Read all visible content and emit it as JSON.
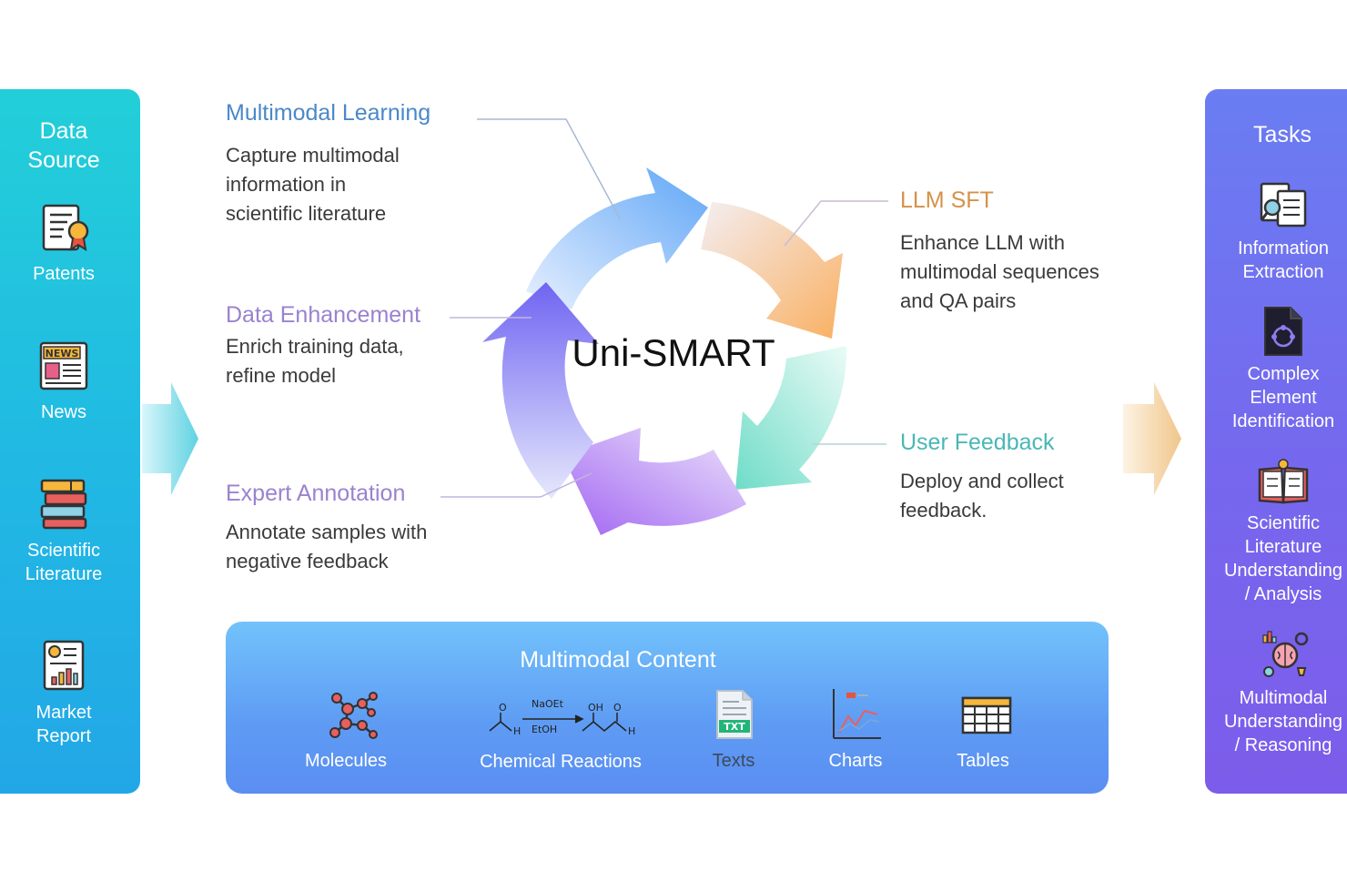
{
  "colors": {
    "left_panel": "#22b8e4",
    "right_panel": "#7667ee",
    "mm_box": "#5e9bf4"
  },
  "data_source": {
    "title_line1": "Data",
    "title_line2": "Source",
    "items": [
      {
        "icon": "patent-icon",
        "label_lines": [
          "Patents"
        ]
      },
      {
        "icon": "news-icon",
        "label_lines": [
          "News"
        ]
      },
      {
        "icon": "books-icon",
        "label_lines": [
          "Scientific",
          "Literature"
        ]
      },
      {
        "icon": "report-icon",
        "label_lines": [
          "Market",
          "Report"
        ]
      }
    ]
  },
  "tasks": {
    "title": "Tasks",
    "items": [
      {
        "icon": "document-search-icon",
        "label_lines": [
          "Information",
          "Extraction"
        ]
      },
      {
        "icon": "element-identify-icon",
        "label_lines": [
          "Complex",
          "Element",
          "Identification"
        ]
      },
      {
        "icon": "book-idea-icon",
        "label_lines": [
          "Scientific",
          "Literature",
          "Understanding",
          "/ Analysis"
        ]
      },
      {
        "icon": "brain-gear-icon",
        "label_lines": [
          "Multimodal",
          "Understanding",
          "/ Reasoning"
        ]
      }
    ]
  },
  "cycle": {
    "center": "Uni-SMART",
    "stages": [
      {
        "title": "Multimodal Learning",
        "desc_lines": [
          "Capture multimodal",
          "information in",
          "scientific literature"
        ]
      },
      {
        "title": "LLM SFT",
        "desc_lines": [
          "Enhance LLM with",
          "multimodal sequences",
          "and QA pairs"
        ]
      },
      {
        "title": "User Feedback",
        "desc_lines": [
          "Deploy and collect",
          "feedback."
        ]
      },
      {
        "title": "Expert Annotation",
        "desc_lines": [
          "Annotate samples with",
          "negative feedback"
        ]
      },
      {
        "title": "Data Enhancement",
        "desc_lines": [
          "Enrich training data,",
          "refine model"
        ]
      }
    ]
  },
  "multimodal_content": {
    "title": "Multimodal Content",
    "items": [
      {
        "icon": "molecule-icon",
        "label": "Molecules"
      },
      {
        "icon": "reaction-icon",
        "label": "Chemical Reactions",
        "reagent_top": "NaOEt",
        "reagent_bottom": "EtOH",
        "side_oh": "OH",
        "side_h": "H",
        "side_o": "O"
      },
      {
        "icon": "txt-file-icon",
        "label": "Texts",
        "badge": "TXT"
      },
      {
        "icon": "chart-icon",
        "label": "Charts"
      },
      {
        "icon": "table-icon",
        "label": "Tables"
      }
    ]
  },
  "logo_news": "NEWS"
}
